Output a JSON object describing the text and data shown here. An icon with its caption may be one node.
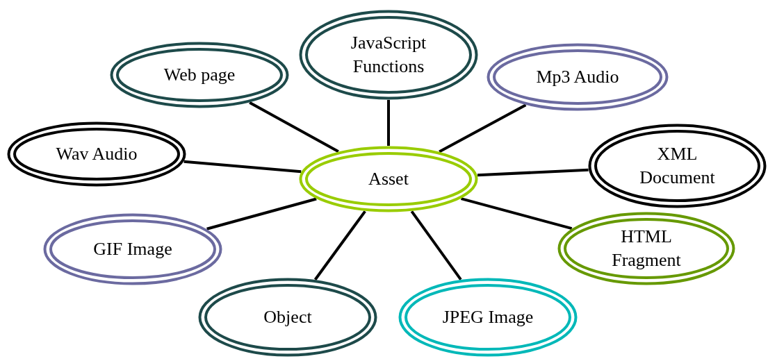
{
  "diagram": {
    "nodes": [
      {
        "text": [
          "Asset"
        ]
      },
      {
        "text": [
          "JavaScript Functions"
        ]
      },
      {
        "text": [
          "Web page"
        ]
      },
      {
        "text": [
          "Mp3 Audio"
        ]
      },
      {
        "text": [
          "Wav Audio"
        ]
      },
      {
        "text": [
          "XML Document"
        ]
      },
      {
        "text": [
          "GIF Image"
        ]
      },
      {
        "text": [
          "HTML Fragment"
        ]
      },
      {
        "text": [
          "Object"
        ]
      },
      {
        "text": [
          "JPEG Image"
        ]
      }
    ],
    "edges": [
      {
        "from": 0,
        "to": 1,
        "arrow": "none"
      },
      {
        "from": 0,
        "to": 2,
        "arrow": "none"
      },
      {
        "from": 0,
        "to": 3,
        "arrow": "none"
      },
      {
        "from": 0,
        "to": 4,
        "arrow": "none"
      },
      {
        "from": 0,
        "to": 5,
        "arrow": "none"
      },
      {
        "from": 0,
        "to": 6,
        "arrow": "none"
      },
      {
        "from": 0,
        "to": 7,
        "arrow": "none"
      },
      {
        "from": 0,
        "to": 8,
        "arrow": "none"
      },
      {
        "from": 0,
        "to": 9,
        "arrow": "none"
      }
    ]
  }
}
